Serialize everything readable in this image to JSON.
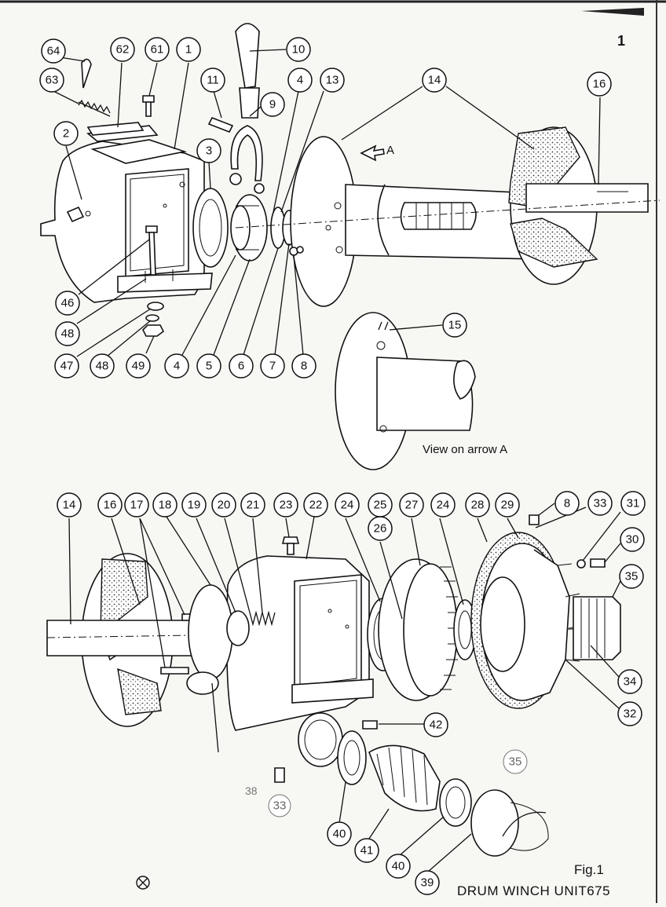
{
  "page_number": "1",
  "arrow_label": "A",
  "view_note": "View on arrow A",
  "figure_label": "Fig.1",
  "caption": "DRUM WINCH UNIT675",
  "callouts_top": [
    "64",
    "62",
    "61",
    "1",
    "10",
    "63",
    "11",
    "4",
    "13",
    "14",
    "16",
    "9",
    "2",
    "3",
    "15",
    "46",
    "48",
    "47",
    "48",
    "49",
    "4",
    "5",
    "6",
    "7",
    "8"
  ],
  "callouts_bottom": [
    "14",
    "16",
    "17",
    "18",
    "19",
    "20",
    "21",
    "23",
    "22",
    "24",
    "25",
    "26",
    "27",
    "24",
    "28",
    "29",
    "8",
    "33",
    "31",
    "30",
    "35",
    "34",
    "32",
    "42",
    "35",
    "33",
    "40",
    "41",
    "40",
    "39"
  ],
  "faint_fragment": "38"
}
